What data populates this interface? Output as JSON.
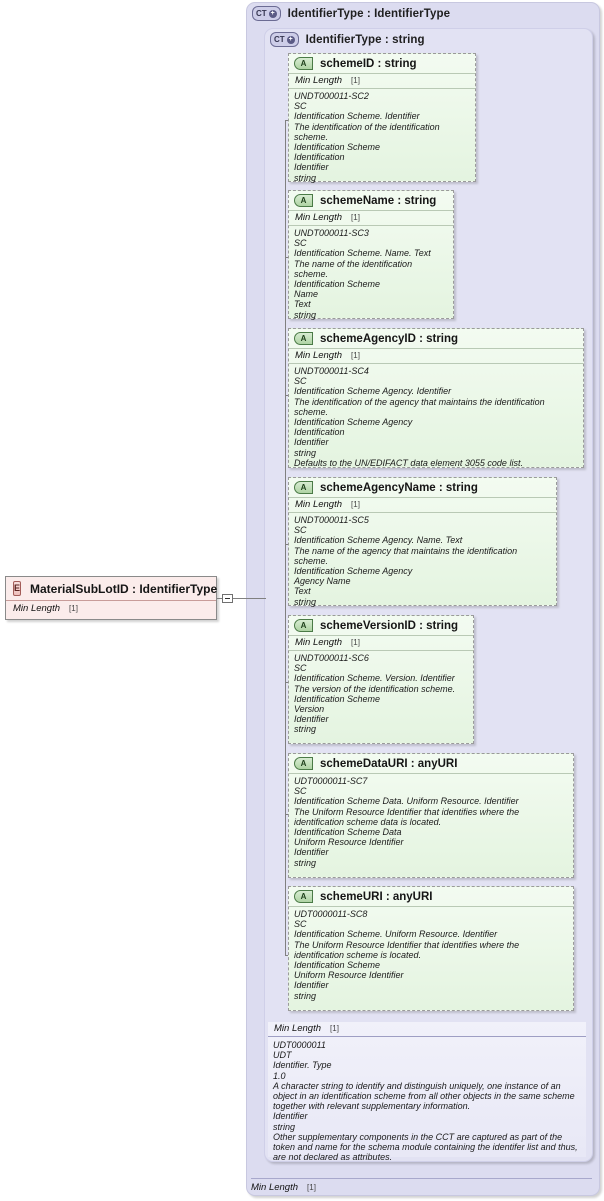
{
  "diagram": {
    "type": "xsd-schema-diagram",
    "element": {
      "badge": "E",
      "title": "MaterialSubLotID : IdentifierType",
      "facet_label": "Min Length",
      "facet_value": "[1]",
      "expander_icon": "minus-box-icon"
    },
    "outer_panel": {
      "badge": "CT",
      "badge_plus": "+",
      "title": "IdentifierType : IdentifierType",
      "facet_label": "Min Length",
      "facet_value": "[1]"
    },
    "inner_panel": {
      "badge": "CT",
      "badge_plus": "+",
      "title": "IdentifierType : string"
    },
    "attributes": [
      {
        "badge": "A",
        "title": "schemeID : string",
        "facet_label": "Min Length",
        "facet_value": "[1]",
        "has_facet": true,
        "doc": [
          "UNDT000011-SC2",
          "SC",
          "Identification Scheme. Identifier",
          "The identification of the identification scheme.",
          "Identification Scheme",
          "Identification",
          "Identifier",
          "string"
        ]
      },
      {
        "badge": "A",
        "title": "schemeName : string",
        "facet_label": "Min Length",
        "facet_value": "[1]",
        "has_facet": true,
        "doc": [
          "UNDT000011-SC3",
          "SC",
          "Identification Scheme. Name. Text",
          "The name of the identification scheme.",
          "Identification Scheme",
          "Name",
          "Text",
          "string"
        ]
      },
      {
        "badge": "A",
        "title": "schemeAgencyID : string",
        "facet_label": "Min Length",
        "facet_value": "[1]",
        "has_facet": true,
        "doc": [
          "UNDT000011-SC4",
          "SC",
          "Identification Scheme Agency. Identifier",
          "The identification of the agency that maintains the identification scheme.",
          "Identification Scheme Agency",
          "Identification",
          "Identifier",
          "string",
          "Defaults to the UN/EDIFACT data element 3055 code list."
        ]
      },
      {
        "badge": "A",
        "title": "schemeAgencyName : string",
        "facet_label": "Min Length",
        "facet_value": "[1]",
        "has_facet": true,
        "doc": [
          "UNDT000011-SC5",
          "SC",
          "Identification Scheme Agency. Name. Text",
          "The name of the agency that maintains the identification scheme.",
          "Identification Scheme Agency",
          "Agency Name",
          "Text",
          "string"
        ]
      },
      {
        "badge": "A",
        "title": "schemeVersionID : string",
        "facet_label": "Min Length",
        "facet_value": "[1]",
        "has_facet": true,
        "doc": [
          "UNDT000011-SC6",
          "SC",
          "Identification Scheme. Version. Identifier",
          "The version of the identification scheme.",
          "Identification Scheme",
          "Version",
          "Identifier",
          "string"
        ]
      },
      {
        "badge": "A",
        "title": "schemeDataURI : anyURI",
        "facet_label": "",
        "facet_value": "",
        "has_facet": false,
        "doc": [
          "UDT0000011-SC7",
          "SC",
          "Identification Scheme Data. Uniform Resource. Identifier",
          "The Uniform Resource Identifier that identifies where the identification scheme data is located.",
          "Identification Scheme Data",
          "Uniform Resource Identifier",
          "Identifier",
          "string"
        ]
      },
      {
        "badge": "A",
        "title": "schemeURI : anyURI",
        "facet_label": "",
        "facet_value": "",
        "has_facet": false,
        "doc": [
          "UDT0000011-SC8",
          "SC",
          "Identification Scheme. Uniform Resource. Identifier",
          "The Uniform Resource Identifier that identifies where the identification scheme is located.",
          "Identification Scheme",
          "Uniform Resource Identifier",
          "Identifier",
          "string"
        ]
      }
    ],
    "type_doc": {
      "facet_label": "Min Length",
      "facet_value": "[1]",
      "doc": [
        "UDT0000011",
        "UDT",
        "Identifier. Type",
        "1.0",
        "A character string to identify and distinguish uniquely, one instance of an object in an identification scheme from all other objects in the same scheme together with relevant supplementary information.",
        "Identifier",
        "string",
        "Other supplementary components in the CCT are captured as part of the token and name for the schema module containing the identifer list and thus, are not declared as attributes."
      ]
    },
    "colors": {
      "panel_outer": "#dcdcf0",
      "panel_inner": "#e2e2f3",
      "attribute_fill": "#e9f6e5",
      "element_fill": "#fbeceb",
      "connector": "#808080"
    }
  }
}
